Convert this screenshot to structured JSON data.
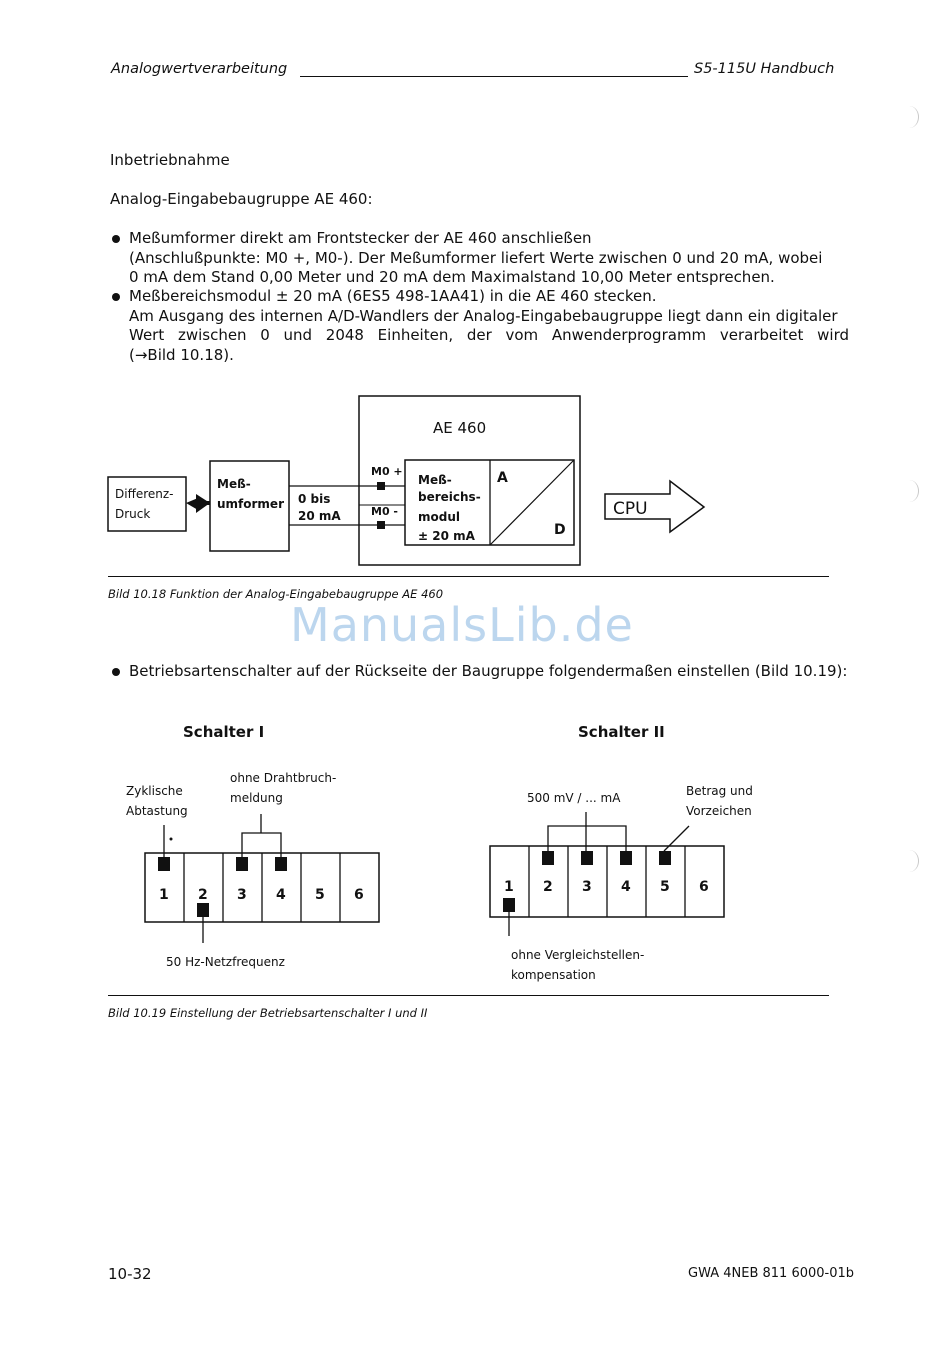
{
  "header": {
    "left": "Analogwertverarbeitung",
    "right": "S5-115U Handbuch"
  },
  "section": {
    "title": "Inbetriebnahme",
    "subtitle": "Analog-Eingabebaugruppe AE 460:",
    "bullet1": [
      "Meßumformer direkt am Frontstecker der AE 460 anschließen",
      "(Anschlußpunkte: M0 +, M0-). Der Meßumformer liefert Werte zwischen 0 und 20 mA, wobei",
      "0 mA dem Stand 0,00 Meter und 20 mA dem Maximalstand 10,00 Meter entsprechen."
    ],
    "bullet2": [
      "Meßbereichsmodul ± 20 mA (6ES5 498-1AA41) in die AE 460 stecken.",
      "Am Ausgang des internen A/D-Wandlers der Analog-Eingabebaugruppe liegt dann ein digitaler",
      "Wert zwischen 0 und 2048 Einheiten, der vom Anwenderprogramm verarbeitet wird",
      "(→Bild 10.18)."
    ],
    "bullet3": "Betriebsartenschalter auf der Rückseite der Baugruppe folgendermaßen einstellen (Bild 10.19):"
  },
  "figure1": {
    "ae_label": "AE 460",
    "sensor": [
      "Differenz-",
      "Druck"
    ],
    "transducer": [
      "Meß-",
      "umformer"
    ],
    "range": [
      "0 bis",
      "20 mA"
    ],
    "m0_plus": "M0 +",
    "m0_minus": "M0 -",
    "module": [
      "Meß-",
      "bereichs-",
      "modul",
      "± 20 mA"
    ],
    "a_label": "A",
    "d_label": "D",
    "cpu_label": "CPU",
    "caption": "Bild 10.18  Funktion der Analog-Eingabebaugruppe AE 460"
  },
  "watermark": "ManualsLib.de",
  "figure2": {
    "switch1": {
      "title": "Schalter I",
      "label_cyclic": [
        "Zyklische",
        "Abtastung"
      ],
      "label_wire": [
        "ohne Drahtbruch-",
        "meldung"
      ],
      "label_freq": "50 Hz-Netzfrequenz",
      "positions": [
        "1",
        "2",
        "3",
        "4",
        "5",
        "6"
      ]
    },
    "switch2": {
      "title": "Schalter II",
      "label_range": "500 mV / ... mA",
      "label_sign": [
        "Betrag und",
        "Vorzeichen"
      ],
      "label_comp": [
        "ohne Vergleichstellen-",
        "kompensation"
      ],
      "positions": [
        "1",
        "2",
        "3",
        "4",
        "5",
        "6"
      ]
    },
    "caption": "Bild 10.19  Einstellung der Betriebsartenschalter I und II"
  },
  "footer": {
    "page": "10-32",
    "code": "GWA  4NEB 811 6000-01b"
  }
}
